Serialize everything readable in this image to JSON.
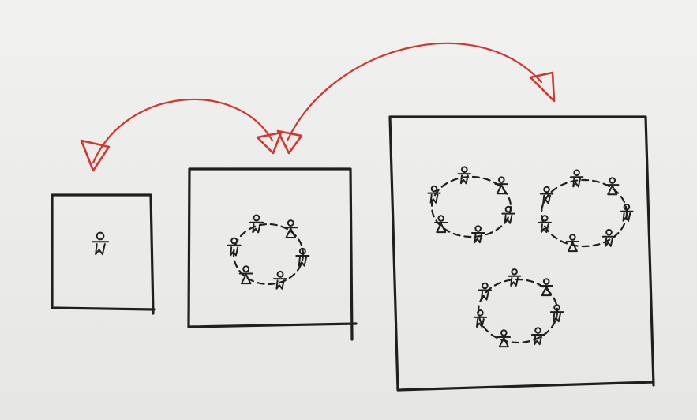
{
  "colors": {
    "ink": "#1f1f1f",
    "arrow": "#d8332c",
    "paper": "#ececea"
  },
  "panels": [
    {
      "name": "panel-single-person",
      "groups": [
        {
          "people": 1
        }
      ]
    },
    {
      "name": "panel-one-circle",
      "groups": [
        {
          "people": 6
        }
      ]
    },
    {
      "name": "panel-three-circles",
      "groups": [
        {
          "people": 6
        },
        {
          "people": 7
        },
        {
          "people": 7
        }
      ]
    }
  ],
  "arrows": [
    {
      "name": "arrow-single-to-circle",
      "from": "panel-one-circle",
      "to": "panel-single-person",
      "bidirectional": true
    },
    {
      "name": "arrow-circle-to-many",
      "from": "panel-one-circle",
      "to": "panel-three-circles",
      "bidirectional": true
    }
  ]
}
